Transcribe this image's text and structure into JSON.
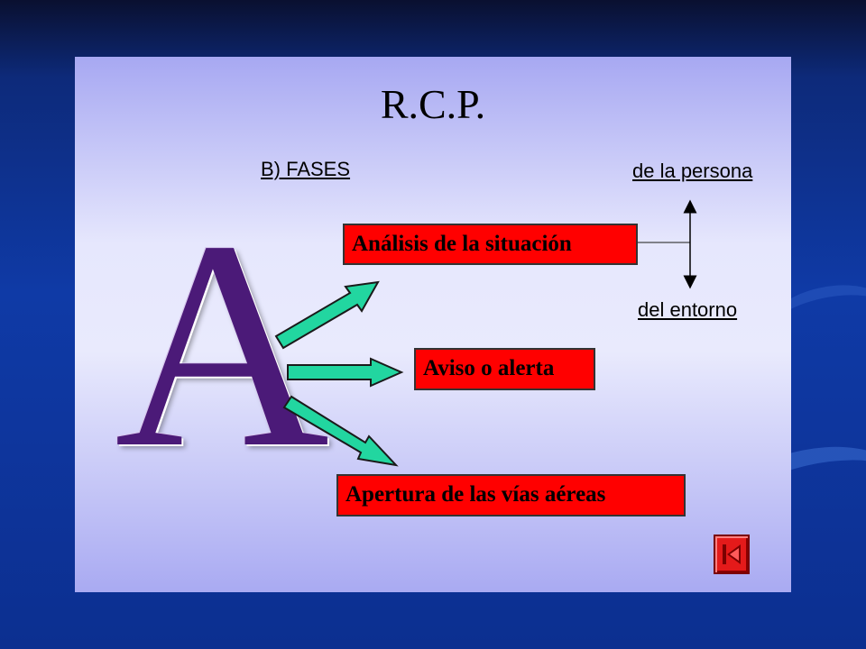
{
  "slide": {
    "title": "R.C.P.",
    "section": "B) FASES",
    "letter": "A",
    "steps": [
      "Análisis de la situación",
      "Aviso o alerta",
      "Apertura de las vías aéreas"
    ],
    "branch_top": "de la persona",
    "branch_bottom": "del entorno"
  },
  "colors": {
    "box_fill": "#ff0000",
    "arrow_fill": "#22d6a0",
    "letter": "#4b1a78"
  },
  "icons": {
    "back": "skip-back-icon"
  }
}
